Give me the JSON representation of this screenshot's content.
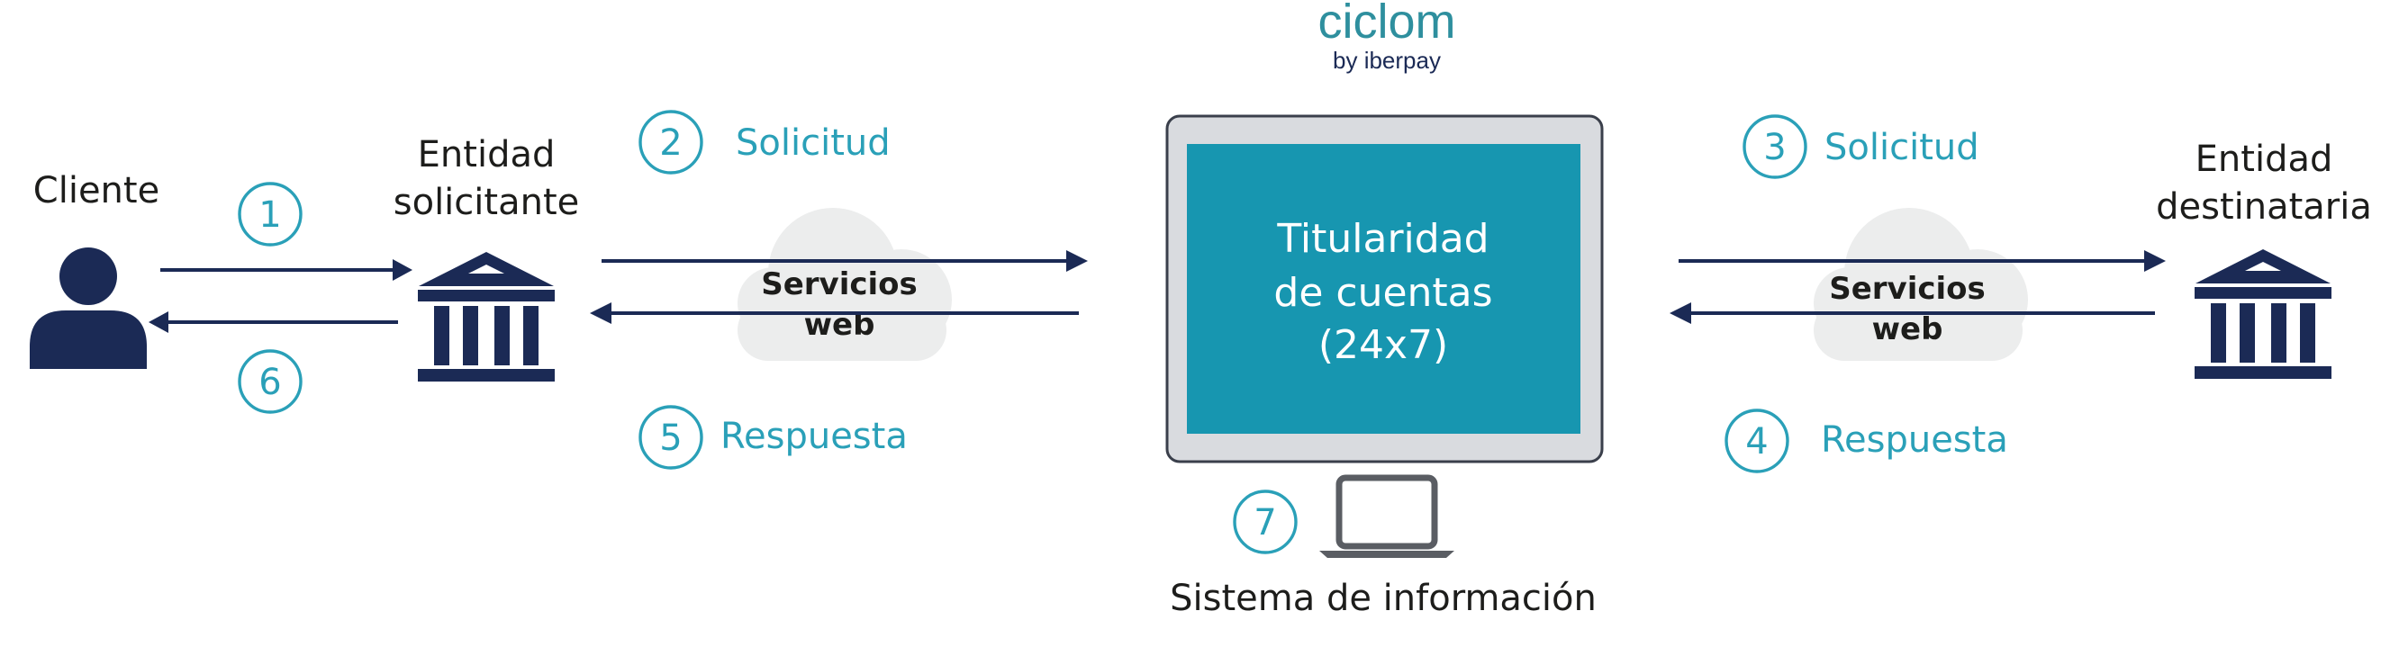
{
  "logo": {
    "brand": "ciclom",
    "byline": "by iberpay"
  },
  "actors": {
    "client": "Cliente",
    "requesting_entity": [
      "Entidad",
      "solicitante"
    ],
    "destination_entity": [
      "Entidad",
      "destinataria"
    ]
  },
  "steps": {
    "s1": "1",
    "s2": "2",
    "s3": "3",
    "s4": "4",
    "s5": "5",
    "s6": "6",
    "s7": "7"
  },
  "labels": {
    "request_left": "Solicitud",
    "response_left": "Respuesta",
    "request_right": "Solicitud",
    "response_right": "Respuesta"
  },
  "web_services": [
    "Servicios",
    "web"
  ],
  "monitor_screen": [
    "Titularidad",
    "de cuentas",
    "(24x7)"
  ],
  "info_system": "Sistema de información",
  "colors": {
    "navy": "#1b2a55",
    "teal": "#2aa0b8",
    "screen": "#1796b0",
    "cloud": "#eceded"
  },
  "icons": [
    "user-icon",
    "bank-icon",
    "cloud-icon",
    "monitor-icon",
    "laptop-icon"
  ]
}
